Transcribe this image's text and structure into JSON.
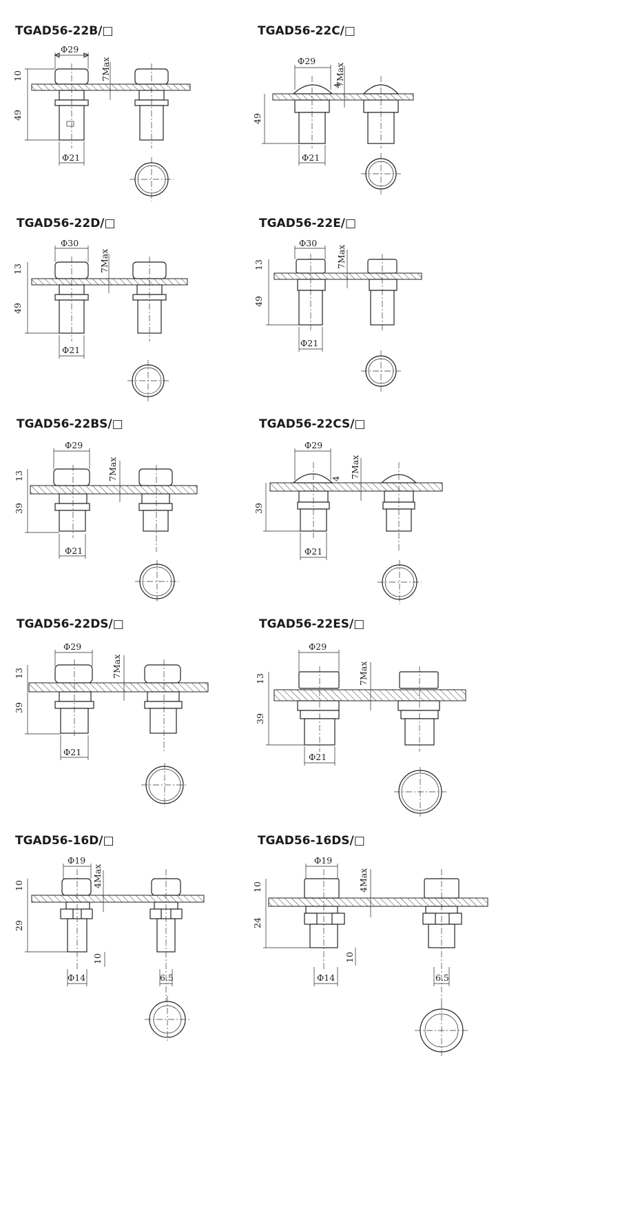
{
  "cells": [
    {
      "title": "TGAD56-22B/□",
      "head_diam": "Φ29",
      "base_diam": "Φ21",
      "head_h": "10",
      "body_h": "49",
      "panel": "7Max",
      "ring": "",
      "lower_diam": "",
      "lower_h": ""
    },
    {
      "title": "TGAD56-22C/□",
      "head_diam": "Φ29",
      "base_diam": "Φ21",
      "head_h": "4",
      "body_h": "49",
      "panel": "7Max",
      "ring": "",
      "lower_diam": "",
      "lower_h": ""
    },
    {
      "title": "TGAD56-22D/□",
      "head_diam": "Φ30",
      "base_diam": "Φ21",
      "head_h": "13",
      "body_h": "49",
      "panel": "7Max",
      "ring": "",
      "lower_diam": "",
      "lower_h": ""
    },
    {
      "title": "TGAD56-22E/□",
      "head_diam": "Φ30",
      "base_diam": "Φ21",
      "head_h": "13",
      "body_h": "49",
      "panel": "7Max",
      "ring": "",
      "lower_diam": "",
      "lower_h": ""
    },
    {
      "title": "TGAD56-22BS/□",
      "head_diam": "Φ29",
      "base_diam": "Φ21",
      "head_h": "13",
      "body_h": "39",
      "panel": "7Max",
      "ring": "",
      "lower_diam": "",
      "lower_h": ""
    },
    {
      "title": "TGAD56-22CS/□",
      "head_diam": "Φ29",
      "base_diam": "Φ21",
      "head_h": "4",
      "body_h": "39",
      "panel": "7Max",
      "ring": "",
      "lower_diam": "",
      "lower_h": ""
    },
    {
      "title": "TGAD56-22DS/□",
      "head_diam": "Φ29",
      "base_diam": "Φ21",
      "head_h": "13",
      "body_h": "39",
      "panel": "7Max",
      "ring": "",
      "lower_diam": "",
      "lower_h": ""
    },
    {
      "title": "TGAD56-22ES/□",
      "head_diam": "Φ29",
      "base_diam": "Φ21",
      "head_h": "13",
      "body_h": "39",
      "panel": "7Max",
      "ring": "",
      "lower_diam": "",
      "lower_h": ""
    },
    {
      "title": "TGAD56-16D/□",
      "head_diam": "Φ19",
      "base_diam": "Φ14",
      "head_h": "10",
      "body_h": "29",
      "panel": "4Max",
      "ring": "6.5",
      "lower_diam": "",
      "lower_h": "10"
    },
    {
      "title": "TGAD56-16DS/□",
      "head_diam": "Φ19",
      "base_diam": "Φ14",
      "head_h": "10",
      "body_h": "24",
      "panel": "4Max",
      "ring": "6.5",
      "lower_diam": "",
      "lower_h": "10"
    }
  ]
}
